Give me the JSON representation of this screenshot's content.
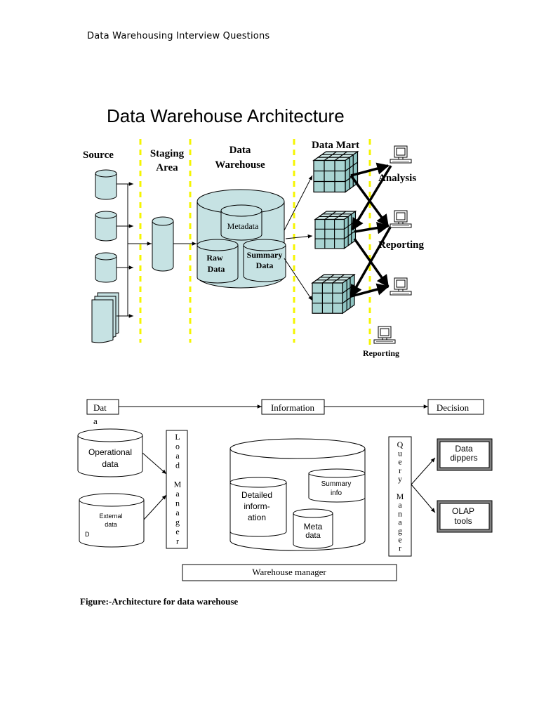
{
  "page_header": "Data Warehousing Interview Questions",
  "figure1": {
    "title": "Data Warehouse Architecture",
    "col_source": "Source",
    "col_staging": [
      "Staging",
      "Area"
    ],
    "col_warehouse": [
      "Data",
      "Warehouse"
    ],
    "col_datamart": "Data Mart",
    "metadata": "Metadata",
    "raw_data": [
      "Raw",
      "Data"
    ],
    "summary_data": [
      "Summary",
      "Data"
    ],
    "analysis": "Analysis",
    "reporting_big": "Reporting",
    "reporting_small": "Reporting",
    "colors": {
      "cylinder_fill": "#c6e2e3",
      "cube_fill": "#a9d4d2",
      "separator": "#f5f500"
    }
  },
  "figure2": {
    "flow_data": [
      "Dat",
      "a"
    ],
    "flow_information": "Information",
    "flow_decision": "Decision",
    "operational_data": [
      "Operational",
      "data"
    ],
    "external_data": [
      "External",
      "data",
      "D"
    ],
    "load_manager": [
      "L",
      "o",
      "a",
      "d",
      "",
      "M",
      "a",
      "n",
      "a",
      "g",
      "e",
      "r"
    ],
    "query_manager": [
      "Q",
      "u",
      "e",
      "r",
      "y",
      "",
      "M",
      "a",
      "n",
      "a",
      "g",
      "e",
      "r"
    ],
    "detailed_info": [
      "Detailed",
      "inform-",
      "ation"
    ],
    "summary_info": [
      "Summary",
      "info"
    ],
    "meta_data": [
      "Meta",
      "data"
    ],
    "data_dippers": [
      "Data",
      "dippers"
    ],
    "olap_tools": [
      "OLAP",
      "tools"
    ],
    "warehouse_manager": "Warehouse manager"
  },
  "caption": "Figure:-Architecture for data warehouse"
}
